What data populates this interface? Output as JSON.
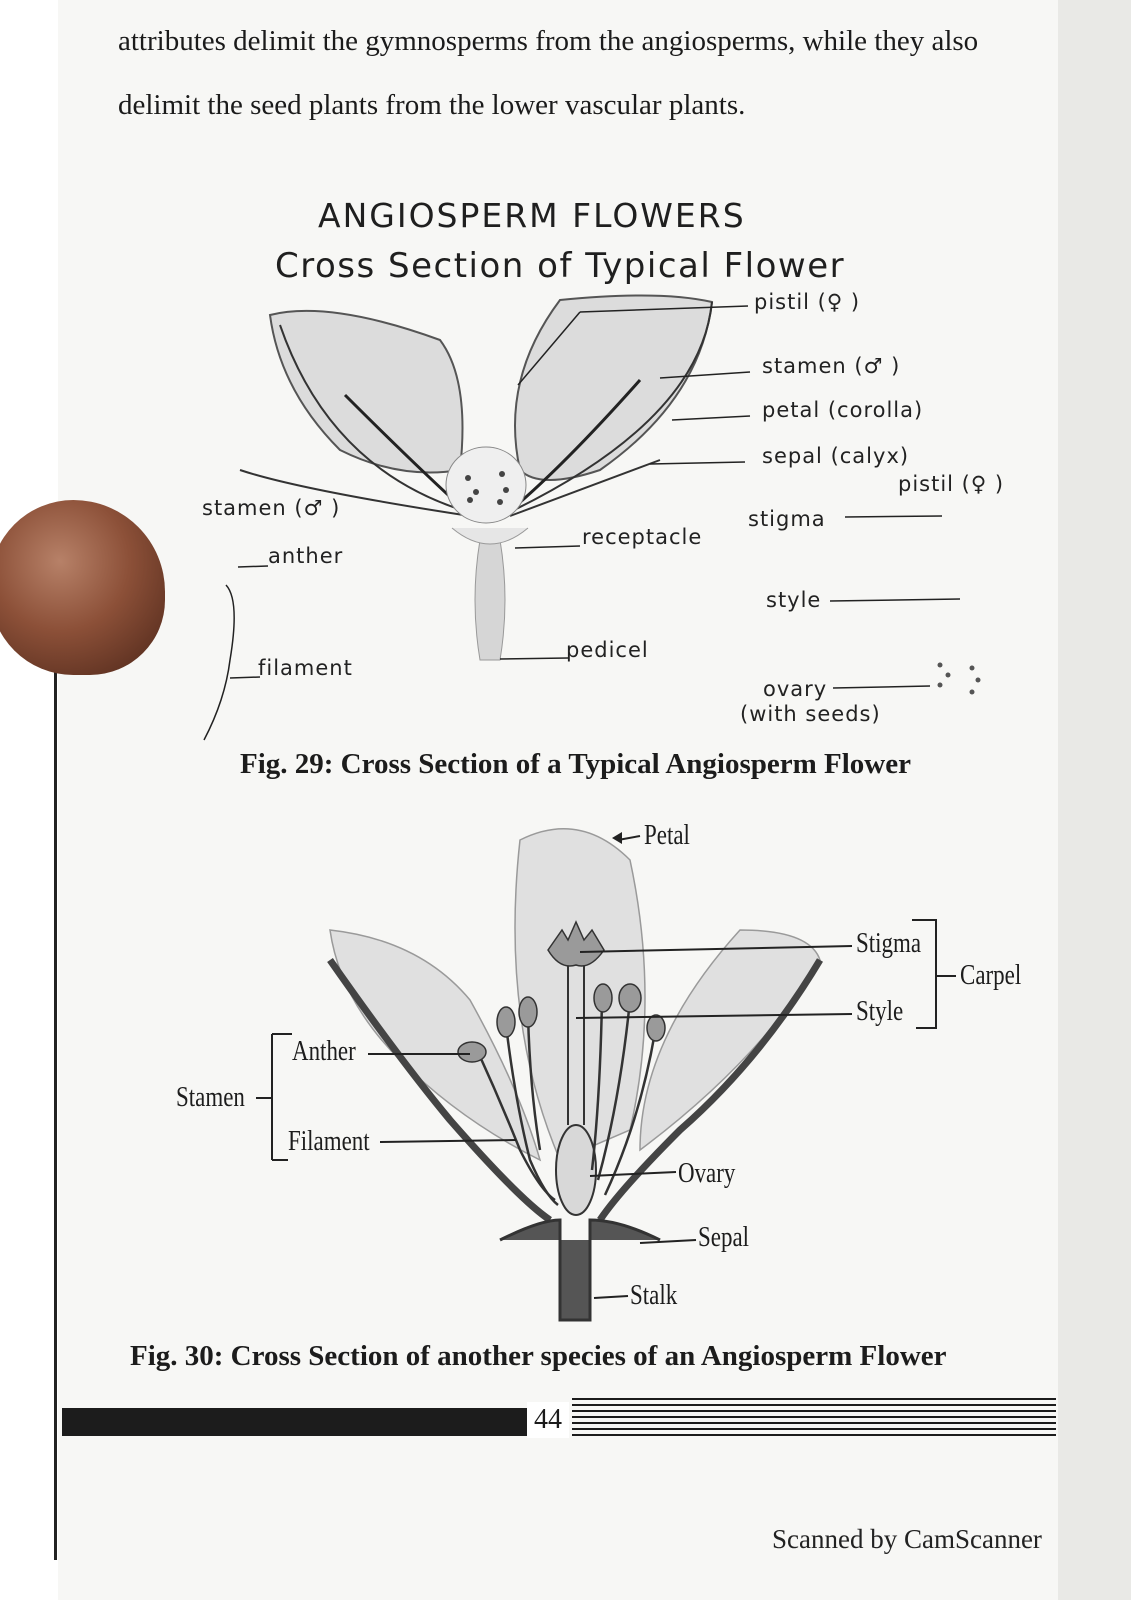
{
  "paragraph": {
    "line1": "attributes delimit the gymnosperms from the angiosperms, while they also",
    "line2": "delimit the seed plants from the lower vascular plants."
  },
  "figure1": {
    "title": "ANGIOSPERM FLOWERS",
    "subtitle": "Cross Section of Typical Flower",
    "labels": {
      "pistil_top": "pistil   (♀ )",
      "stamen_top": "stamen  (♂ )",
      "petal": "petal (corolla)",
      "sepal": "sepal (calyx)",
      "pistil_key": "pistil   (♀ )",
      "stigma": "stigma",
      "style": "style",
      "ovary": "ovary",
      "ovary_note": "(with seeds)",
      "stamen_key": "stamen  (♂ )",
      "anther": "anther",
      "filament": "filament",
      "receptacle": "receptacle",
      "pedicel": "pedicel"
    },
    "caption": "Fig. 29: Cross Section of a Typical Angiosperm Flower"
  },
  "figure2": {
    "labels": {
      "petal": "Petal",
      "stigma": "Stigma",
      "style": "Style",
      "carpel": "Carpel",
      "stamen": "Stamen",
      "anther": "Anther",
      "filament": "Filament",
      "ovary": "Ovary",
      "sepal": "Sepal",
      "stalk": "Stalk"
    },
    "caption": "Fig. 30: Cross Section of another species of an Angiosperm Flower"
  },
  "footer": {
    "page_number": "44",
    "scanner_note": "Scanned by CamScanner"
  }
}
